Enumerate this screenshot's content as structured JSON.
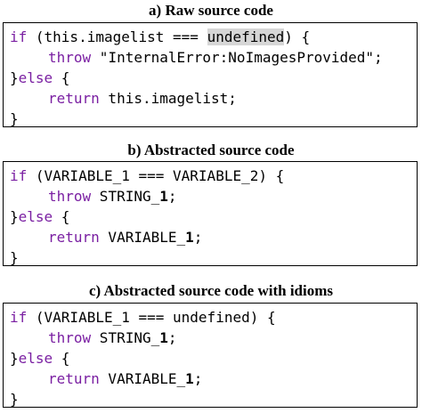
{
  "panels": [
    {
      "caption": "a) Raw source code",
      "lines": [
        {
          "kw": "if",
          "pre": " (this.imagelist === ",
          "hl": "undefined",
          "post": ") {"
        },
        {
          "kw": "throw",
          "text": " \"InternalError:NoImagesProvided\";"
        },
        {
          "open": "}",
          "kw": "else",
          "post": " {"
        },
        {
          "kw": "return",
          "text": " this.imagelist;"
        },
        {
          "text": "}"
        }
      ]
    },
    {
      "caption": "b) Abstracted source code",
      "lines": [
        {
          "kw": "if",
          "text": " (VARIABLE_1 === VARIABLE_2) {"
        },
        {
          "kw": "throw",
          "pre": " STRING_",
          "num": "1",
          "post": ";"
        },
        {
          "open": "}",
          "kw": "else",
          "post": " {"
        },
        {
          "kw": "return",
          "pre": " VARIABLE_",
          "num": "1",
          "post": ";"
        },
        {
          "text": "}"
        }
      ]
    },
    {
      "caption": "c) Abstracted source code with idioms",
      "lines": [
        {
          "kw": "if",
          "text": " (VARIABLE_1 === undefined) {"
        },
        {
          "kw": "throw",
          "pre": " STRING_",
          "num": "1",
          "post": ";"
        },
        {
          "open": "}",
          "kw": "else",
          "post": " {"
        },
        {
          "kw": "return",
          "pre": " VARIABLE_",
          "num": "1",
          "post": ";"
        },
        {
          "text": "}"
        }
      ]
    }
  ],
  "colors": {
    "keyword": "#7a1fa2",
    "highlight": "#d6d6d6",
    "border": "#000000"
  }
}
